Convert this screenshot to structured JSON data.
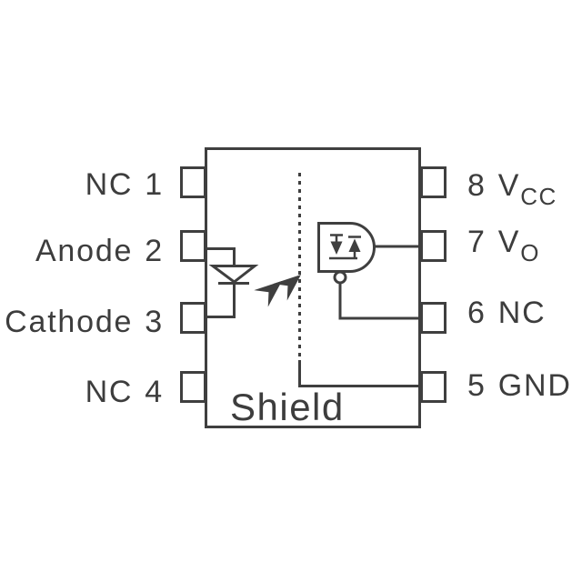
{
  "colors": {
    "line": "#3f3f3f",
    "text": "#3d3d3d",
    "background": "#ffffff"
  },
  "ic": {
    "pins_left": [
      {
        "name": "NC",
        "number": "1"
      },
      {
        "name": "Anode",
        "number": "2"
      },
      {
        "name": "Cathode",
        "number": "3"
      },
      {
        "name": "NC",
        "number": "4"
      }
    ],
    "pins_right": [
      {
        "number": "8",
        "name": "V",
        "subscript": "CC"
      },
      {
        "number": "7",
        "name": "V",
        "subscript": "O"
      },
      {
        "number": "6",
        "name": "NC",
        "subscript": ""
      },
      {
        "number": "5",
        "name": "GND",
        "subscript": ""
      }
    ],
    "internal_label": "Shield"
  }
}
